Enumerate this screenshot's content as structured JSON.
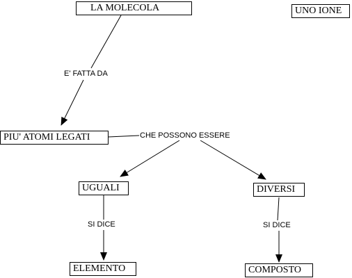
{
  "concepts": {
    "molecola": "LA MOLECOLA",
    "ione": "UNO IONE",
    "atomi_legati": "PIU' ATOMI LEGATI",
    "uguali": "UGUALI",
    "diversi": "DIVERSI",
    "elemento": "ELEMENTO",
    "composto": "COMPOSTO"
  },
  "links": {
    "fatta_da": "E' FATTA DA",
    "possono_essere": "CHE POSSONO ESSERE",
    "si_dice_uguali": "SI DICE",
    "si_dice_diversi": "SI DICE"
  }
}
